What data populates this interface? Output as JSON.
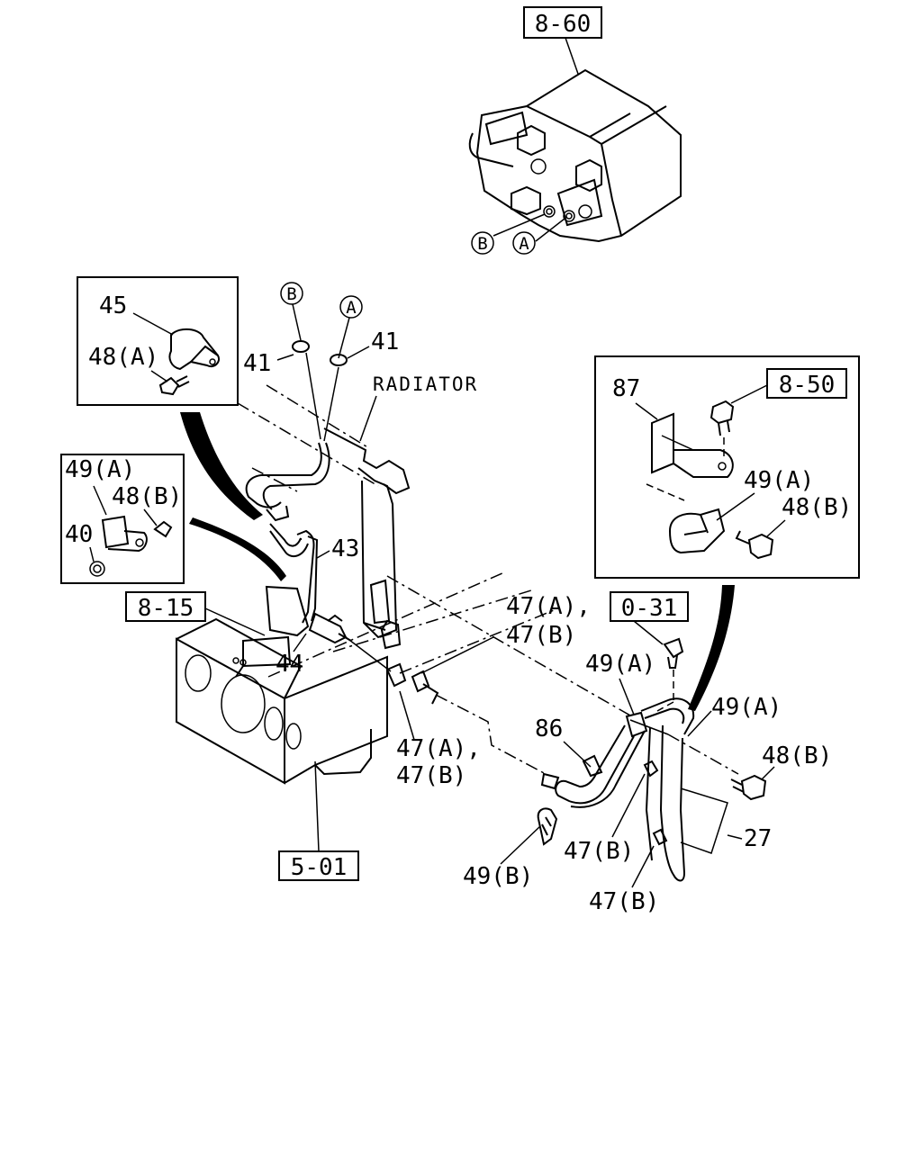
{
  "diagram": {
    "refs": {
      "ref_860": "8-60",
      "ref_850": "8-50",
      "ref_815": "8-15",
      "ref_031": "0-31",
      "ref_501": "5-01"
    },
    "circle_labels": {
      "a_top": "A",
      "b_top": "B",
      "a_mid": "A",
      "b_mid": "B"
    },
    "parts": {
      "p45": "45",
      "p48a_inset": "48(A)",
      "p49a_inset": "49(A)",
      "p48b_inset": "48(B)",
      "p40": "40",
      "p41_left": "41",
      "p41_right": "41",
      "radiator": "RADIATOR",
      "p43": "43",
      "p44": "44",
      "p47ab_top_1": "47(A),",
      "p47ab_top_2": "47(B)",
      "p47ab_bot_1": "47(A),",
      "p47ab_bot_2": "47(B)",
      "p87": "87",
      "p49a_right_inset": "49(A)",
      "p48b_right_inset": "48(B)",
      "p49a_mid": "49(A)",
      "p49a_right": "49(A)",
      "p86": "86",
      "p48b_right": "48(B)",
      "p47b_mid": "47(B)",
      "p47b_low": "47(B)",
      "p27": "27",
      "p49b": "49(B)"
    }
  }
}
